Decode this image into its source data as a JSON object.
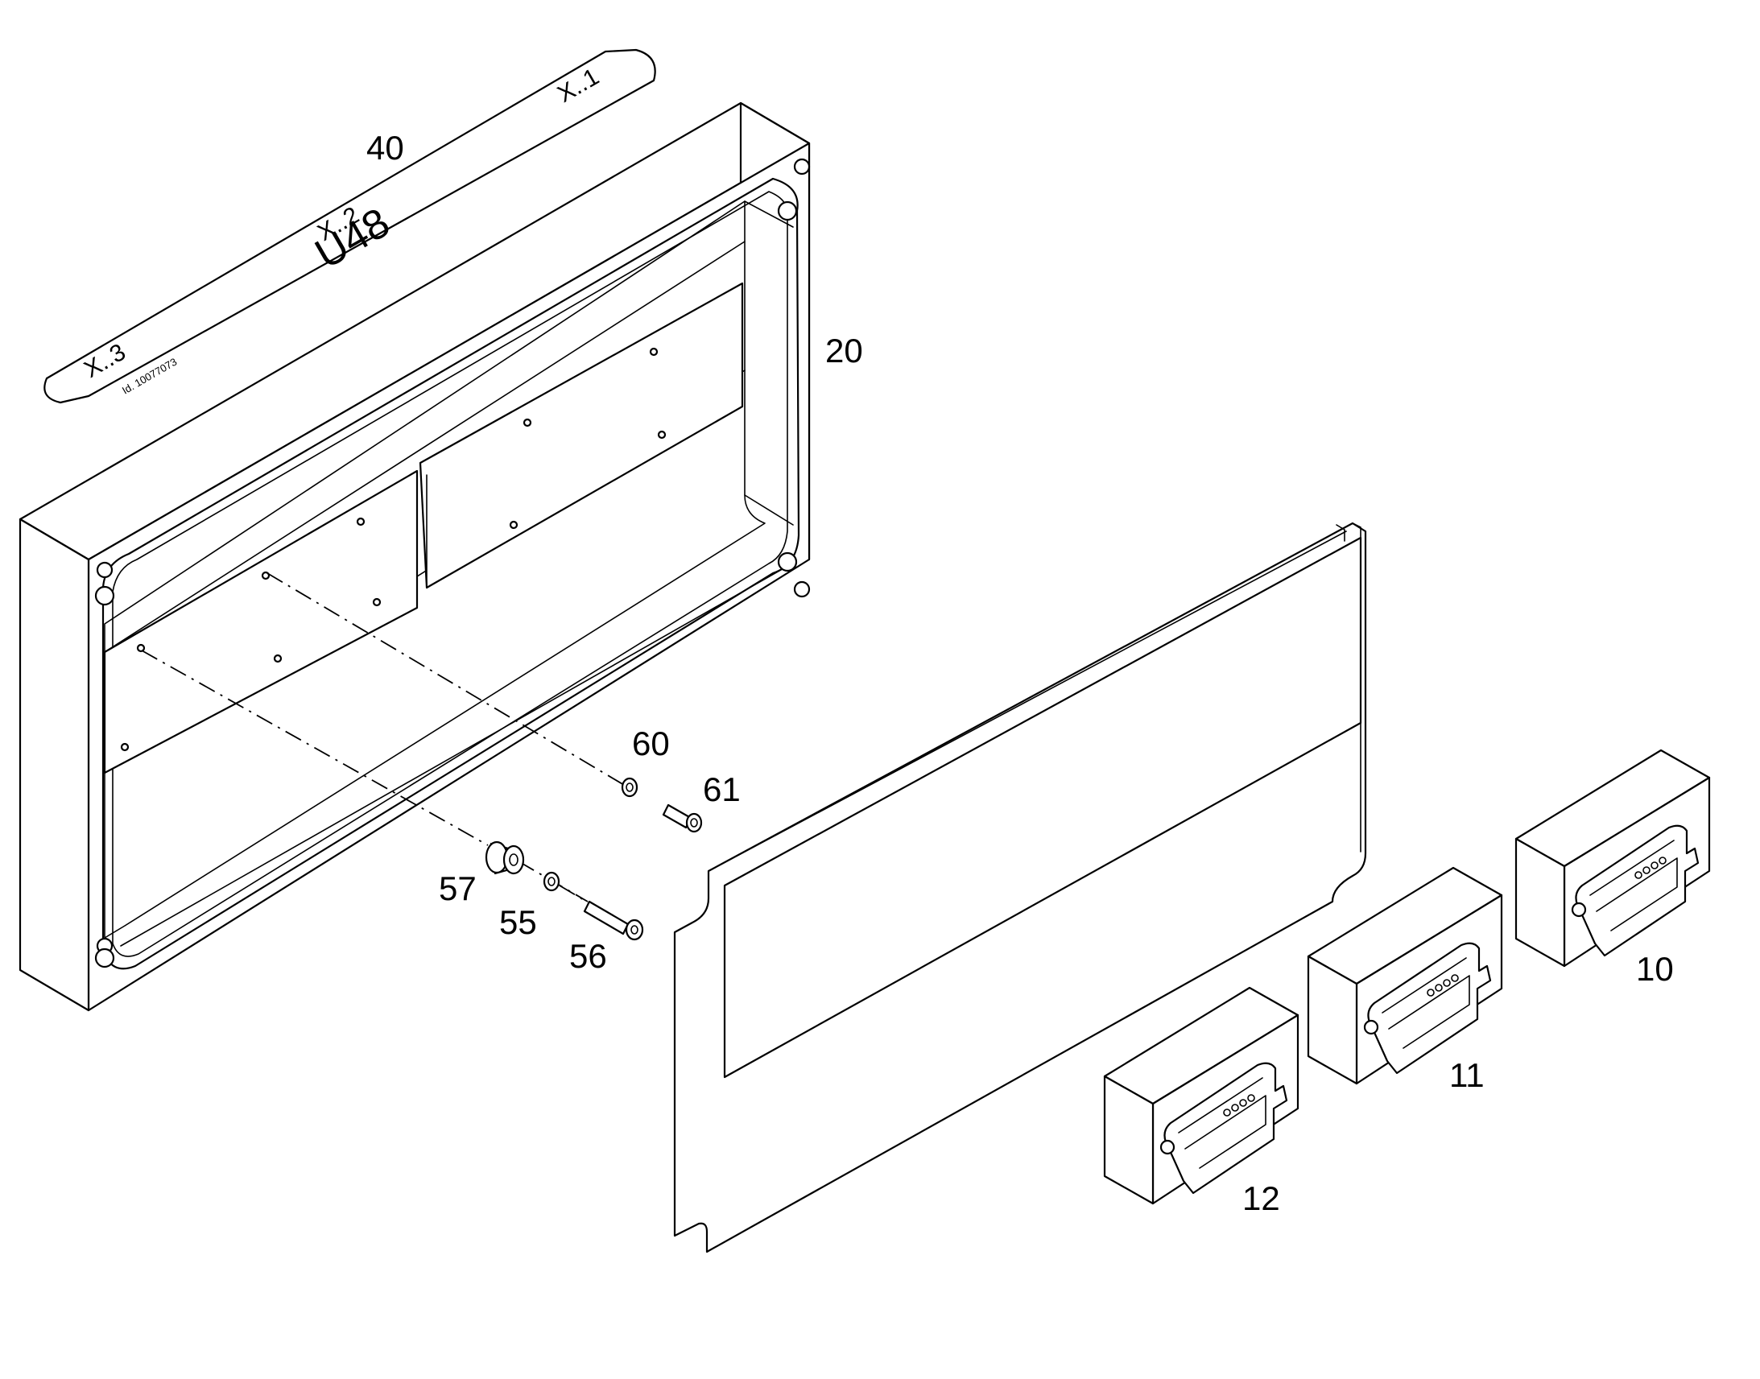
{
  "callouts": {
    "c40": "40",
    "c20": "20",
    "c60": "60",
    "c61": "61",
    "c57": "57",
    "c55": "55",
    "c56": "56",
    "c10": "10",
    "c11": "11",
    "c12": "12"
  },
  "label_strip": {
    "x1": "X..1",
    "x2": "X..2",
    "x3": "X..3",
    "unit": "U48",
    "id": "Id. 10077073"
  }
}
